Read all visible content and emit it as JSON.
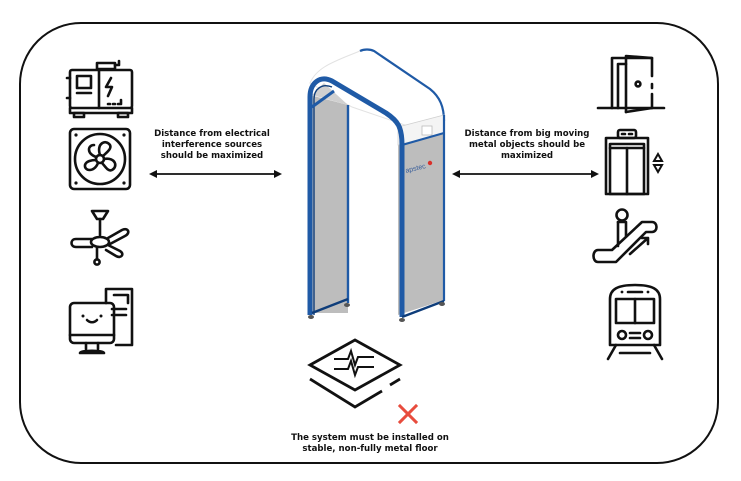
{
  "diagram": {
    "title": "Portal installation site requirements",
    "left_caption": "Distance from electrical interference sources should be maximized",
    "left_caption_lines": [
      "Distance from electrical",
      "interference sources",
      "should be maximized"
    ],
    "right_caption_lines": [
      "Distance from big moving",
      "metal objects should be",
      "maximized"
    ],
    "bottom_caption_lines": [
      "The system must be installed on",
      "stable, non-fully metal floor"
    ],
    "portal_logo": "apstec",
    "left_icons": [
      "generator-icon",
      "exhaust-fan-icon",
      "ceiling-fan-icon",
      "computer-icon"
    ],
    "right_icons": [
      "door-icon",
      "elevator-icon",
      "escalator-icon",
      "train-icon"
    ],
    "floor_icon": "floor-vibration-icon",
    "prohibited_mark": "red-x-icon",
    "colors": {
      "portal_blue": "#1f5aa6",
      "portal_panel": "#bdbdbd",
      "prohibited_red": "#e84c3d",
      "line": "#111111"
    }
  }
}
